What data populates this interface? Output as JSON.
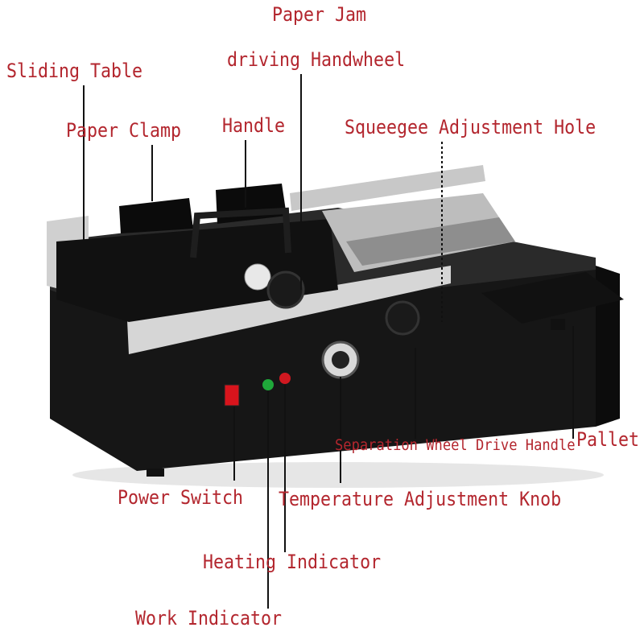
{
  "colors": {
    "label": "#b3262e",
    "leader": "#111111",
    "machine_body": "#161616",
    "machine_top": "#222222",
    "rail": "#c9c9c9",
    "power_switch": "#d8141c",
    "work_led": "#1fa83a",
    "heat_led": "#d01820"
  },
  "labels": {
    "paper_jam_line1": "Paper Jam",
    "paper_jam_line2": "driving Handwheel",
    "sliding_table": "Sliding Table",
    "paper_clamp": "Paper Clamp",
    "handle": "Handle",
    "squeegee": "Squeegee Adjustment Hole",
    "separation_wheel": "Separation Wheel Drive Handle",
    "pallet": "Pallet",
    "power_switch": "Power Switch",
    "temperature_knob": "Temperature Adjustment Knob",
    "heating_indicator": "Heating Indicator",
    "work_indicator": "Work Indicator"
  },
  "icons": [
    "binding-machine-illustration"
  ]
}
